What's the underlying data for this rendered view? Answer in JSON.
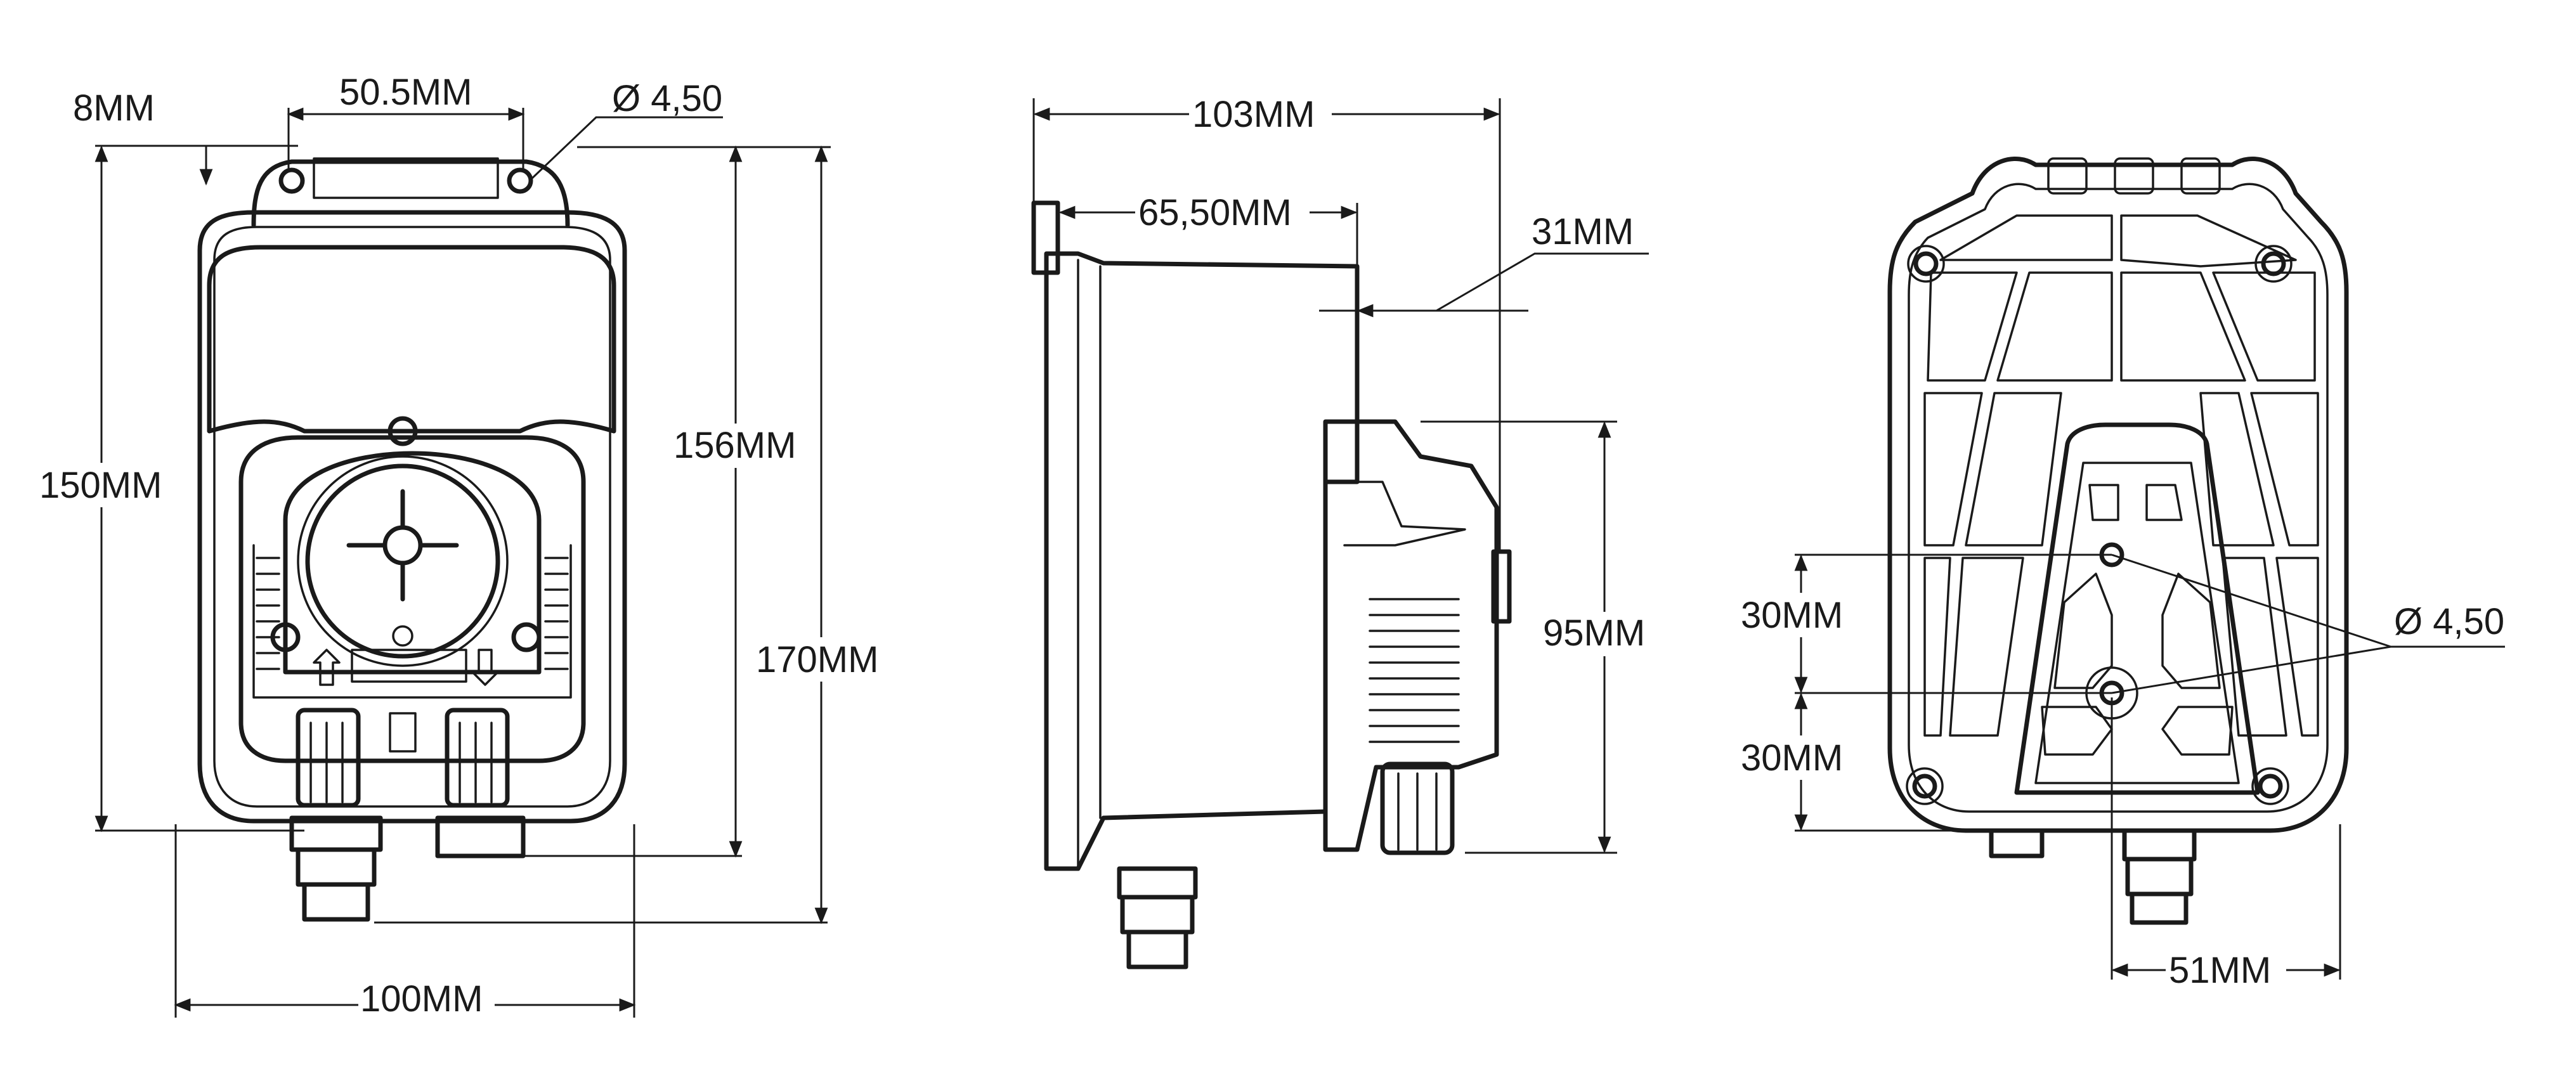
{
  "front_view": {
    "dims": {
      "edge_offset": "8MM",
      "hole_spacing": "50.5MM",
      "hole_diameter": "Ø 4,50",
      "height_body": "150MM",
      "height_with_fitting": "156MM",
      "height_total": "170MM",
      "width": "100MM"
    }
  },
  "side_view": {
    "dims": {
      "depth_total": "103MM",
      "depth_body": "65,50MM",
      "head_depth": "31MM",
      "head_height": "95MM"
    }
  },
  "back_view": {
    "dims": {
      "upper_spacing": "30MM",
      "lower_spacing": "30MM",
      "hole_diameter": "Ø 4,50",
      "hole_offset": "51MM"
    }
  },
  "colors": {
    "line": "#1a1a1a",
    "background": "#ffffff"
  }
}
